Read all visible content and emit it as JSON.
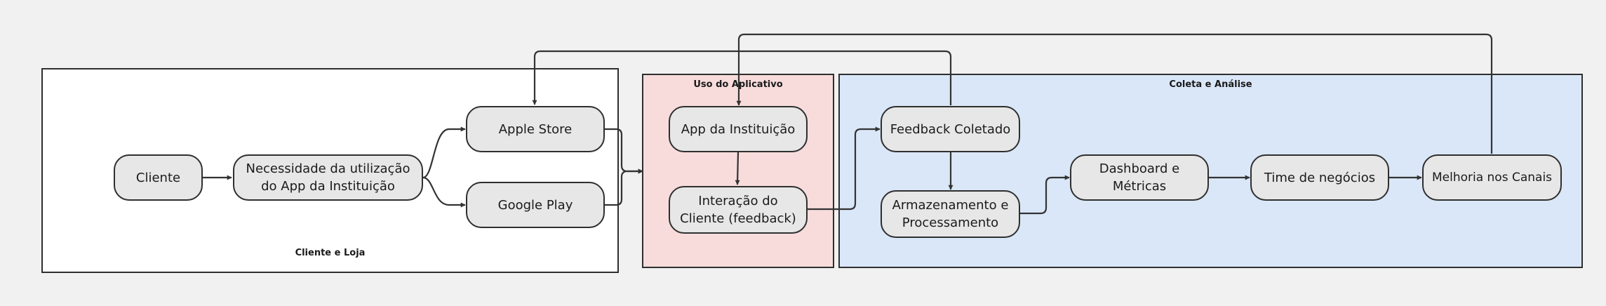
{
  "groups": {
    "cliente_loja": "Cliente e Loja",
    "uso_aplicativo": "Uso do Aplicativo",
    "coleta_analise": "Coleta e Análise"
  },
  "nodes": {
    "cliente": "Cliente",
    "necessidade": "Necessidade da utilização do App da Instituição",
    "apple_store": "Apple Store",
    "google_play": "Google Play",
    "app_instituicao": "App da Instituição",
    "interacao": "Interação do Cliente (feedback)",
    "feedback": "Feedback Coletado",
    "armazenamento": "Armazenamento e Processamento",
    "dashboard": "Dashboard e Métricas",
    "time_negocios": "Time de negócios",
    "melhoria": "Melhoria nos Canais"
  },
  "colors": {
    "background": "#f1f1f1",
    "cliente_loja_fill": "#ffffff",
    "uso_aplicativo_fill": "#f8dcdc",
    "coleta_analise_fill": "#dae7f8",
    "node_fill": "#e7e7e7",
    "stroke": "#2f2f2f"
  }
}
